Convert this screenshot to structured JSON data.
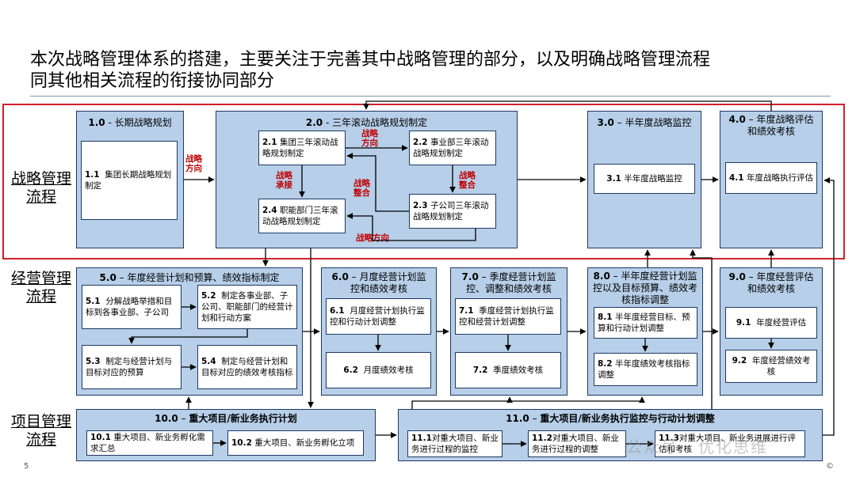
{
  "title": {
    "line1": "本次战略管理体系的搭建，主要关注于完善其中战略管理的部分，以及明确战略管理流程",
    "line2": "同其他相关流程的衔接协同部分"
  },
  "row_labels": {
    "strategy": [
      "战略管理",
      "流程"
    ],
    "operation": [
      "经营管理",
      "流程"
    ],
    "project": [
      "项目管理",
      "流程"
    ]
  },
  "panels": {
    "p1": {
      "num": "1.0",
      "sep": " - ",
      "name": "长期战略规划"
    },
    "p2": {
      "num": "2.0",
      "sep": " - ",
      "name": "三年滚动战略规划制定"
    },
    "p3": {
      "num": "3.0",
      "sep": " – ",
      "name": "半年度战略监控"
    },
    "p4": {
      "num": "4.0",
      "sep": " – ",
      "name": "年度战略评估和绩效考核"
    },
    "p5": {
      "num": "5.0",
      "sep": " – ",
      "name": "年度经营计划和预算、绩效指标制定"
    },
    "p6": {
      "num": "6.0",
      "sep": " – ",
      "name": "月度经营计划监控和绩效考核"
    },
    "p7": {
      "num": "7.0",
      "sep": " – ",
      "name": "季度经营计划监控、调整和绩效考核"
    },
    "p8": {
      "num": "8.0",
      "sep": " – ",
      "name": "半年度经营计划监控以及目标预算、绩效考核指标调整"
    },
    "p9": {
      "num": "9.0",
      "sep": " – ",
      "name": "年度经营评估和绩效考核"
    },
    "p10": {
      "num": "10.0",
      "sep": " – ",
      "name": "重大项目/新业务执行计划"
    },
    "p11": {
      "num": "11.0",
      "sep": " – ",
      "name": "重大项目/新业务执行监控与行动计划调整"
    }
  },
  "boxes": {
    "b1_1": {
      "num": "1.1",
      "text": "集团长期战略规划制定"
    },
    "b2_1": {
      "num": "2.1",
      "text": "集团三年滚动战略规划制定"
    },
    "b2_2": {
      "num": "2.2",
      "text": "事业部三年滚动战略规划制定"
    },
    "b2_3": {
      "num": "2.3",
      "text": "子公司三年滚动战略规划制定"
    },
    "b2_4": {
      "num": "2.4",
      "text": "职能部门三年滚动战略规划制定"
    },
    "b3_1": {
      "num": "3.1",
      "text": "半年度战略监控"
    },
    "b4_1": {
      "num": "4.1",
      "text": "年度战略执行评估"
    },
    "b5_1": {
      "num": "5.1",
      "text": "分解战略举措和目标到各事业部、子公司"
    },
    "b5_2": {
      "num": "5.2",
      "text": "制定各事业部、子公司、职能部门的经营计划和行动方案"
    },
    "b5_3": {
      "num": "5.3",
      "text": "制定与经营计划与目标对应的预算"
    },
    "b5_4": {
      "num": "5.4",
      "text": "制定与经营计划和目标对应的绩效考核指标"
    },
    "b6_1": {
      "num": "6.1",
      "text": "月度经营计划执行监控和行动计划调整"
    },
    "b6_2": {
      "num": "6.2",
      "text": "月度绩效考核"
    },
    "b7_1": {
      "num": "7.1",
      "text": "季度经营计划执行监控和经营计划调整"
    },
    "b7_2": {
      "num": "7.2",
      "text": "季度绩效考核"
    },
    "b8_1": {
      "num": "8.1",
      "text": "半年度经营目标、预算和行动计划调整"
    },
    "b8_2": {
      "num": "8.2",
      "text": "半年度绩效考核指标调整"
    },
    "b9_1": {
      "num": "9.1",
      "text": "年度经营评估"
    },
    "b9_2": {
      "num": "9.2",
      "text": "年度经营绩效考核"
    },
    "b10_1": {
      "num": "10.1",
      "text": "重大项目、新业务孵化需求汇总"
    },
    "b10_2": {
      "num": "10.2",
      "text": "重大项目、新业务孵化立项"
    },
    "b11_1": {
      "num": "11.1",
      "text": "对重大项目、新业务进行过程的监控"
    },
    "b11_2": {
      "num": "11.2",
      "text": "对重大项目、新业务进行过程的调整"
    },
    "b11_3": {
      "num": "11.3",
      "text": "对重大项目、新业务进展进行评估和考核"
    }
  },
  "red_labels": {
    "direction_a": [
      "战略",
      "方向"
    ],
    "direction_b": [
      "战略",
      "方向"
    ],
    "bearing": [
      "战略",
      "承接"
    ],
    "integrate_a": [
      "战略",
      "整合"
    ],
    "integrate_b": [
      "战略",
      "整合"
    ],
    "direction_c": "战略方向"
  },
  "footer": {
    "page": "5",
    "copyright": "©"
  },
  "watermark": "公众号 · 优化思维",
  "colors": {
    "panel": "#b7cfe8",
    "border": "#1f3864",
    "accent_red": "#c00000",
    "frame_red": "#d0202a"
  }
}
